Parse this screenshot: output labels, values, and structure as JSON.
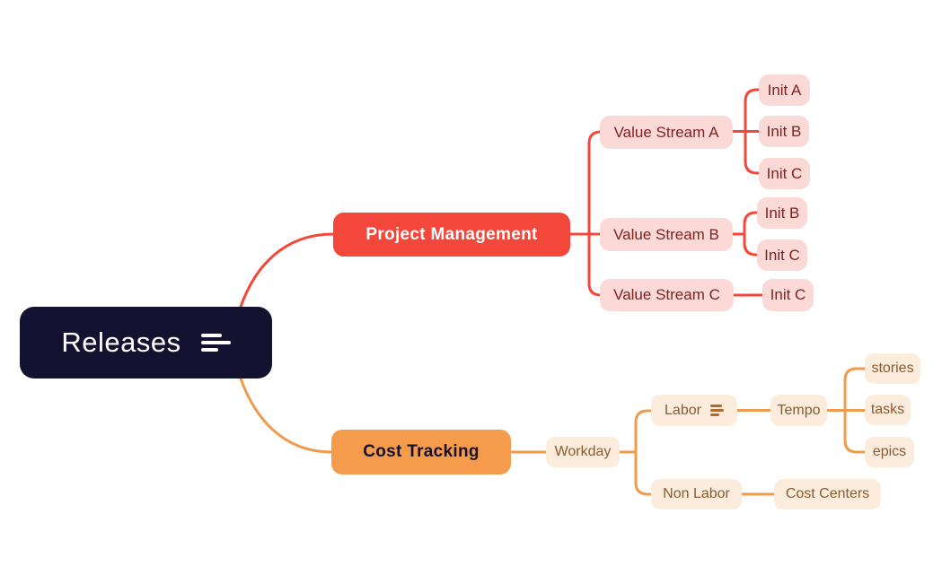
{
  "colors": {
    "background": "#ffffff",
    "root_bg": "#141231",
    "root_fg": "#ffffff",
    "branch1_bg": "#f4473b",
    "branch1_fg": "#ffffff",
    "branch1_child_bg": "#fbd9d7",
    "branch1_child_fg": "#7d2220",
    "branch1_line": "#f4473b",
    "branch2_bg": "#f59c4c",
    "branch2_fg": "#131231",
    "branch2_child_bg": "#fcecdb",
    "branch2_child_fg": "#8a5a33",
    "branch2_line": "#f09a4b",
    "notes_icon_small": "#b06a2a"
  },
  "map": {
    "root": {
      "label": "Releases",
      "icon": "notes-icon"
    },
    "branches": [
      {
        "label": "Project Management",
        "children": [
          {
            "label": "Value Stream A",
            "children": [
              {
                "label": "Init A"
              },
              {
                "label": "Init B"
              },
              {
                "label": "Init C"
              }
            ]
          },
          {
            "label": "Value Stream B",
            "children": [
              {
                "label": "Init B"
              },
              {
                "label": "Init C"
              }
            ]
          },
          {
            "label": "Value Stream C",
            "children": [
              {
                "label": "Init C"
              }
            ]
          }
        ]
      },
      {
        "label": "Cost Tracking",
        "children": [
          {
            "label": "Workday",
            "children": [
              {
                "label": "Labor",
                "icon": "notes-icon",
                "children": [
                  {
                    "label": "Tempo",
                    "children": [
                      {
                        "label": "stories"
                      },
                      {
                        "label": "tasks"
                      },
                      {
                        "label": "epics"
                      }
                    ]
                  }
                ]
              },
              {
                "label": "Non Labor",
                "children": [
                  {
                    "label": "Cost Centers"
                  }
                ]
              }
            ]
          }
        ]
      }
    ]
  }
}
